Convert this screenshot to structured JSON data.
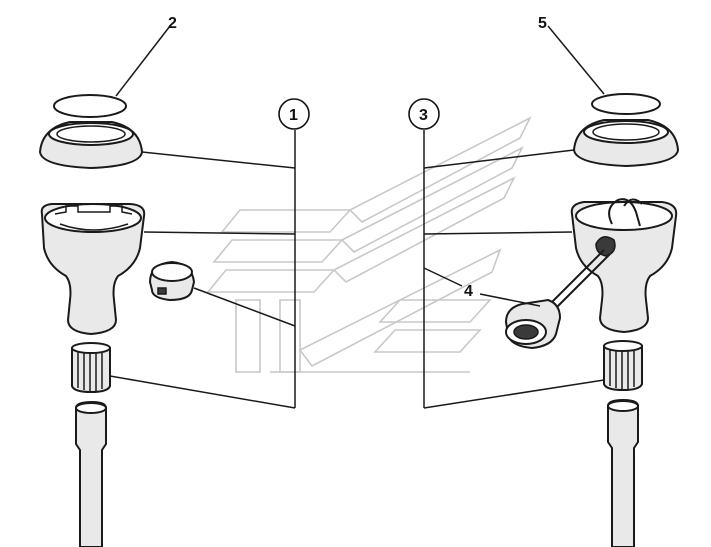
{
  "callouts": {
    "c1": "1",
    "c2": "2",
    "c3": "3",
    "c4": "4",
    "c5": "5"
  },
  "colors": {
    "line": "#1a1a1a",
    "part_fill": "#e9e9e9",
    "watermark": "#c8c8c8",
    "background": "#ffffff"
  }
}
